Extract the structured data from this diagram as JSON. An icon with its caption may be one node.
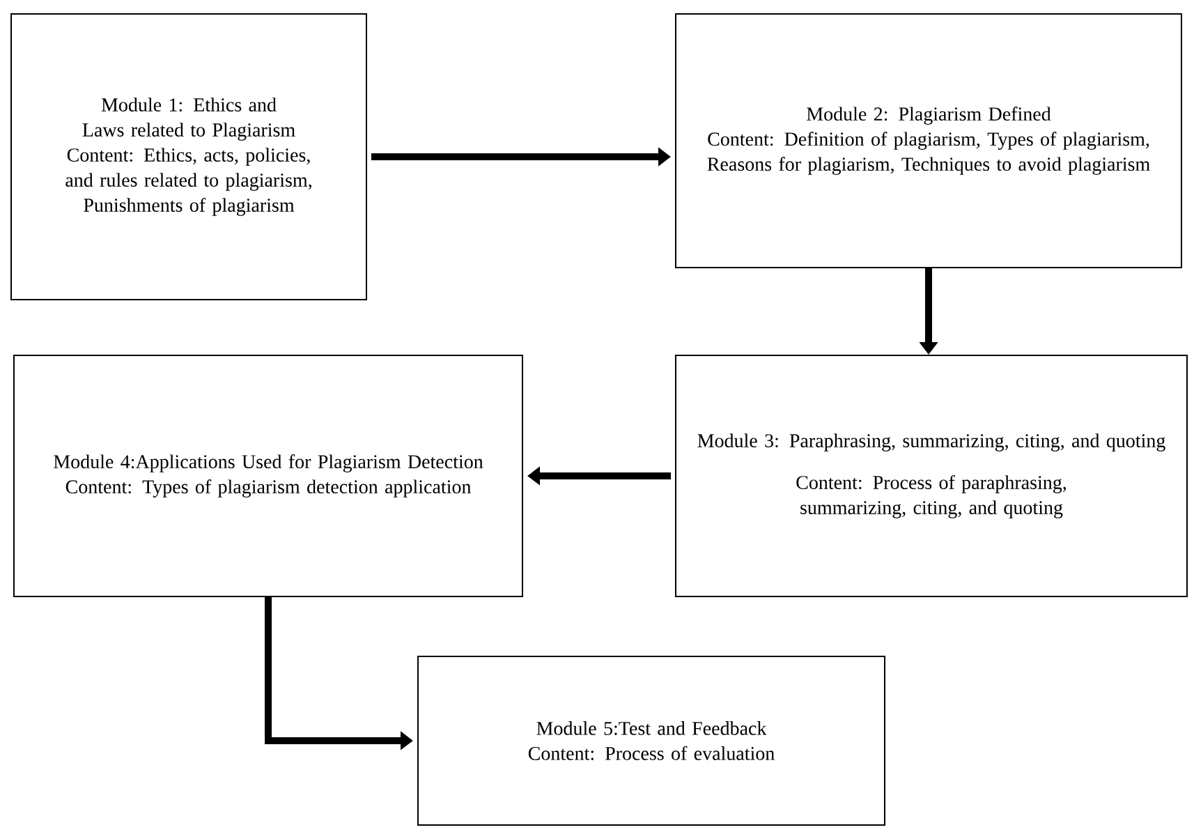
{
  "diagram": {
    "nodes": [
      {
        "text": [
          "Module 1: Ethics and Laws related to Plagiarism",
          "Content: Ethics, acts, policies, and rules related to plagiarism, Punishments of plagiarism"
        ]
      },
      {
        "text": [
          "Module 2: Plagiarism Defined",
          "Content: Definition of plagiarism, Types of plagiarism, Reasons for plagiarism, Techniques to avoid plagiarism"
        ]
      },
      {
        "text": [
          "Module 3: Paraphrasing, summarizing, citing, and quoting",
          "Content: Process of paraphrasing, summarizing, citing, and quoting"
        ]
      },
      {
        "text": [
          "Module 4:Applications Used for Plagiarism Detection",
          "Content: Types of plagiarism detection application"
        ]
      },
      {
        "text": [
          "Module 5:Test and Feedback",
          "Content: Process of evaluation"
        ]
      }
    ],
    "edges": [
      {
        "from": 0,
        "to": 1,
        "arrow": "to"
      },
      {
        "from": 1,
        "to": 2,
        "arrow": "to"
      },
      {
        "from": 2,
        "to": 3,
        "arrow": "to"
      },
      {
        "from": 3,
        "to": 4,
        "arrow": "to"
      }
    ]
  }
}
